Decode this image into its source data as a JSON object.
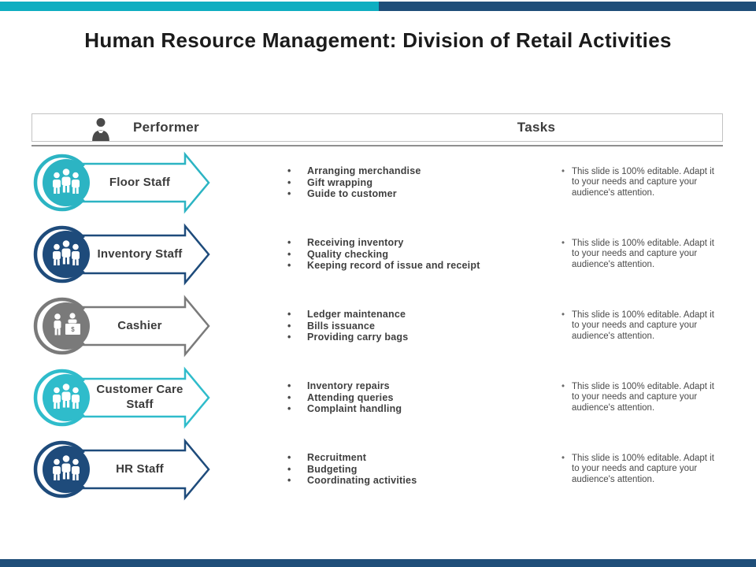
{
  "title": "Human Resource Management: Division of Retail Activities",
  "header": {
    "performer_label": "Performer",
    "tasks_label": "Tasks",
    "icon": "businessman-icon"
  },
  "rows": [
    {
      "performer": "Floor Staff",
      "icon": "floor-staff-people-icon",
      "color": "#2CB4C3",
      "tasks": [
        "Arranging merchandise",
        "Gift wrapping",
        "Guide to customer"
      ],
      "note": "This slide is 100% editable. Adapt it to your needs and capture your audience's attention."
    },
    {
      "performer": "Inventory Staff",
      "icon": "inventory-staff-people-icon",
      "color": "#1E4B7B",
      "tasks": [
        "Receiving inventory",
        "Quality checking",
        "Keeping record of issue and receipt"
      ],
      "note": "This slide is 100% editable. Adapt it to your needs and capture your audience's attention."
    },
    {
      "performer": "Cashier",
      "icon": "cashier-counter-icon",
      "color": "#7A7A7A",
      "tasks": [
        "Ledger maintenance",
        "Bills issuance",
        "Providing carry bags"
      ],
      "note": "This slide is 100% editable. Adapt it to your needs and capture your audience's attention."
    },
    {
      "performer": "Customer Care Staff",
      "icon": "customer-care-people-icon",
      "color": "#2FBCCB",
      "tasks": [
        "Inventory repairs",
        "Attending queries",
        "Complaint handling"
      ],
      "note": "This slide is 100% editable. Adapt it to your needs and capture your audience's attention."
    },
    {
      "performer": "HR Staff",
      "icon": "hr-staff-people-icon",
      "color": "#1E4B7B",
      "tasks": [
        "Recruitment",
        "Budgeting",
        "Coordinating activities"
      ],
      "note": "This slide is 100% editable. Adapt it to your needs and capture your audience's attention."
    }
  ],
  "icons": {
    "cashier_dollar": "$"
  },
  "colors": {
    "accent_teal": "#0FAEC1",
    "accent_navy": "#1F4E79",
    "bottom_bar": "#1F4E79",
    "header_text": "#3C3C3C",
    "task_text": "#3F3F3F",
    "note_text": "#4A4A4A"
  }
}
